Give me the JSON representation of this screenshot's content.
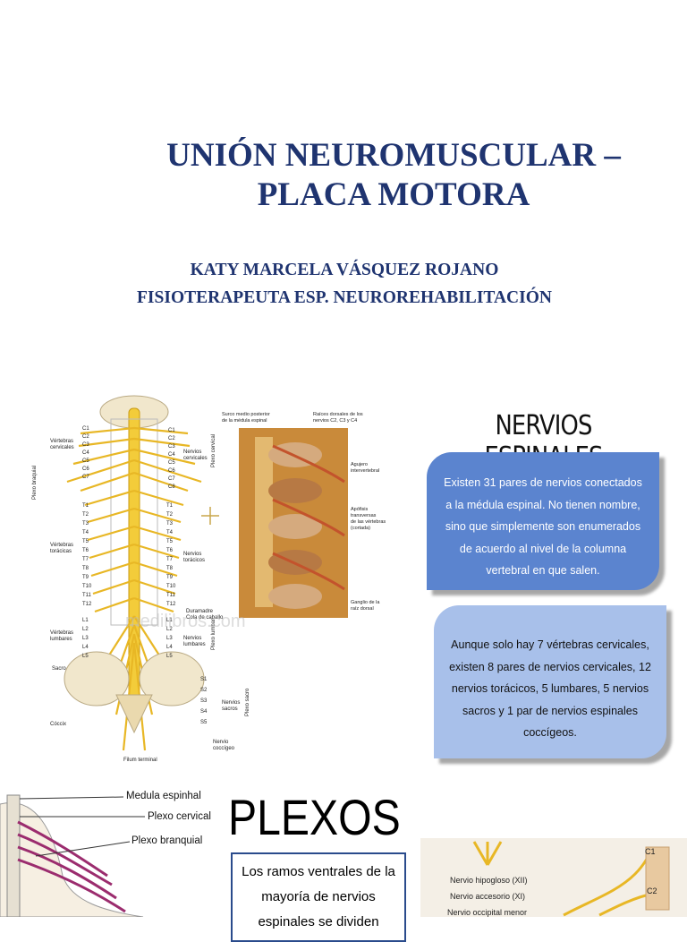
{
  "slide": {
    "title_line1": "UNIÓN NEUROMUSCULAR –",
    "title_line2": "PLACA MOTORA",
    "author_name": "KATY MARCELA VÁSQUEZ ROJANO",
    "author_role": "FISIOTERAPEUTA ESP. NEUROREHABILITACIÓN"
  },
  "nervios": {
    "heading": "NERVIOS ESPINALES",
    "box1_lines": [
      "Existen 31 pares de nervios conectados",
      "a la médula espinal. No tienen nombre,",
      "sino que simplemente son enumerados",
      "de acuerdo al nivel de la columna",
      "vertebral en que salen."
    ],
    "box2_lines": [
      "Aunque solo hay 7 vértebras cervicales,",
      "existen 8 pares de nervios cervicales, 12",
      "nervios torácicos, 5 lumbares, 5 nervios",
      "sacros y 1 par de nervios espinales",
      "coccígeos."
    ]
  },
  "spine_figure": {
    "watermark": "medilibros.com",
    "left_labels": {
      "vertebras_cervicales": [
        "Vértebras",
        "cervicales"
      ],
      "plexo_braquial": "Plexo braquial",
      "vertebras_toracicas": [
        "Vértebras",
        "torácicas"
      ],
      "vertebras_lumbares": [
        "Vértebras",
        "lumbares"
      ],
      "sacro": "Sacro",
      "coccix": "Cóccix",
      "filum": "Filum terminal"
    },
    "cervical_levels": [
      "C1",
      "C2",
      "C3",
      "C4",
      "C5",
      "C6",
      "C7"
    ],
    "cervical_nerves": [
      "C1",
      "C2",
      "C3",
      "C4",
      "C5",
      "C6",
      "C7",
      "C8"
    ],
    "thoracic_levels": [
      "T1",
      "T2",
      "T3",
      "T4",
      "T5",
      "T6",
      "T7",
      "T8",
      "T9",
      "T10",
      "T11",
      "T12"
    ],
    "lumbar_levels": [
      "L1",
      "L2",
      "L3",
      "L4",
      "L5"
    ],
    "sacral_levels": [
      "S1",
      "S2",
      "S3",
      "S4",
      "S5"
    ],
    "right_labels": {
      "nervios_cervicales": [
        "Nervios",
        "cervicales"
      ],
      "plexo_cervical": "Plexo cervical",
      "nervios_toracicos": [
        "Nervios",
        "torácicos"
      ],
      "duramadre": "Duramadre",
      "cola_caballo": "Cola de caballo",
      "nervios_lumbares": [
        "Nervios",
        "lumbares"
      ],
      "plexo_lumbar": "Plexo lumbar",
      "nervios_sacros": [
        "Nervios",
        "sacros"
      ],
      "plexo_sacro": "Plexo sacro",
      "nervio_coccigeo": [
        "Nervio",
        "coccígeo"
      ]
    },
    "photo_labels": {
      "surco": [
        "Surco medio posterior",
        "de la médula espinal"
      ],
      "raices": [
        "Raíces dorsales de los",
        "nervios C2, C3 y C4"
      ],
      "agujero": [
        "Agujero",
        "intervertebral"
      ],
      "apofisis": [
        "Apófisis",
        "transversas",
        "de las vértebras",
        "(cortada)"
      ],
      "ganglio": [
        "Ganglio de la",
        "raíz dorsal"
      ]
    }
  },
  "plexos": {
    "heading": "PLEXOS",
    "box_lines": [
      "Los ramos ventrales de la",
      "mayoría de nervios",
      "espinales se dividen"
    ],
    "neck_labels": [
      "Medula espinhal",
      "Plexo cervical",
      "Plexo branquial"
    ],
    "cervical_labels": [
      "Nervio hipogloso (XII)",
      "Nervio accesorio (XI)",
      "Nervio occipital menor",
      "C1",
      "C2"
    ]
  }
}
